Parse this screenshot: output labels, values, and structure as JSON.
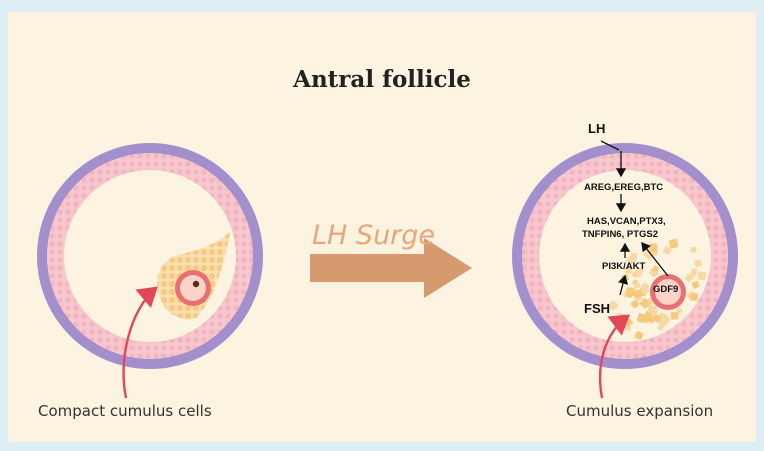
{
  "title": "Antral follicle",
  "transition_label": "LH Surge",
  "left_follicle": {
    "caption": "Compact cumulus cells"
  },
  "right_follicle": {
    "caption": "Cumulus expansion",
    "pathway": {
      "lh": "LH",
      "egf_like": "AREG,EREG,BTC",
      "targets_line1": "HAS,VCAN,PTX3,",
      "targets_line2": "TNFPIN6, PTGS2",
      "kinase": "PI3K/AKT",
      "oocyte_factor": "GDF9",
      "fsh": "FSH"
    }
  },
  "colors": {
    "background": "#ddeef5",
    "panel": "#fdf3e1",
    "theca_outer": "#a48fcd",
    "granulosa": "#f6c7cd",
    "cumulus": "#f7d394",
    "zona": "#e96f73",
    "arrow": "#d69a6f",
    "pointer": "#e0485a"
  }
}
